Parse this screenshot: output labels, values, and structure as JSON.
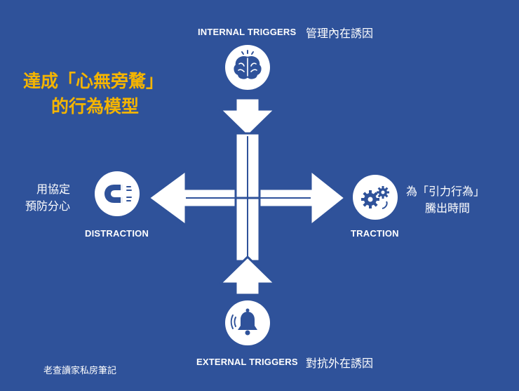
{
  "title": {
    "line1": "達成「心無旁騖」",
    "line2": "的行為模型"
  },
  "nodes": {
    "internal": {
      "caption": "INTERNAL TRIGGERS",
      "note": "管理內在誘因",
      "icon": "brain-icon"
    },
    "external": {
      "caption": "EXTERNAL TRIGGERS",
      "note": "對抗外在誘因",
      "icon": "bell-icon"
    },
    "distraction": {
      "caption": "DISTRACTION",
      "note_line1": "用協定",
      "note_line2": "預防分心",
      "icon": "magnet-icon"
    },
    "traction": {
      "caption": "TRACTION",
      "note_line1": "為「引力行為」",
      "note_line2": "騰出時間",
      "icon": "gears-icon"
    }
  },
  "footer": "老查讀家私房筆記",
  "colors": {
    "background": "#2f529a",
    "icon_blue": "#2f529a",
    "title_yellow": "#f4b400",
    "arrow_fill": "#ffffff",
    "arrow_stroke": "#2f529a"
  }
}
